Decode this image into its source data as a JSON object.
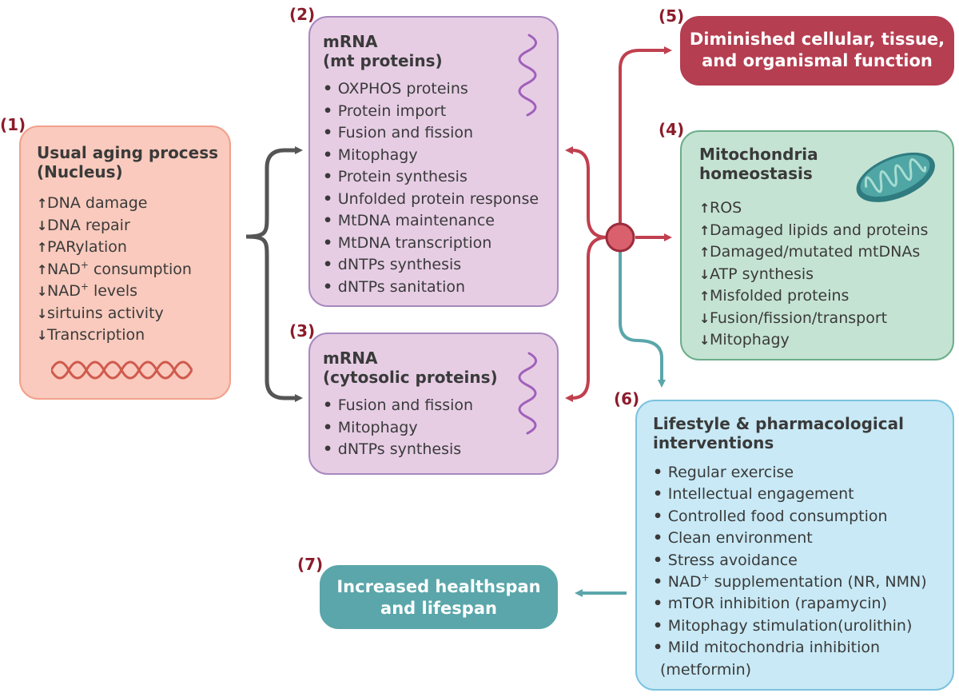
{
  "labels": {
    "n1": "(1)",
    "n2": "(2)",
    "n3": "(3)",
    "n4": "(4)",
    "n5": "(5)",
    "n6": "(6)",
    "n7": "(7)"
  },
  "box1": {
    "title_line1": "Usual aging process",
    "title_line2": "(Nucleus)",
    "items": [
      {
        "dir": "up",
        "text": "DNA damage"
      },
      {
        "dir": "down",
        "text": "DNA repair"
      },
      {
        "dir": "up",
        "text": "PARylation"
      },
      {
        "dir": "up",
        "pre": "NAD",
        "sup": "+",
        "post": " consumption"
      },
      {
        "dir": "down",
        "pre": "NAD",
        "sup": "+",
        "post": " levels"
      },
      {
        "dir": "down",
        "text": "sirtuins activity"
      },
      {
        "dir": "down",
        "text": "Transcription"
      }
    ]
  },
  "box2": {
    "title_line1": "mRNA",
    "title_line2": "(mt proteins)",
    "items": [
      "OXPHOS proteins",
      "Protein import",
      "Fusion and fission",
      "Mitophagy",
      "Protein synthesis",
      "Unfolded protein response",
      "MtDNA maintenance",
      "MtDNA transcription",
      "dNTPs synthesis",
      "dNTPs sanitation"
    ]
  },
  "box3": {
    "title_line1": "mRNA",
    "title_line2": "(cytosolic proteins)",
    "items": [
      "Fusion and fission",
      "Mitophagy",
      "dNTPs synthesis"
    ]
  },
  "box4": {
    "title_line1": "Mitochondria",
    "title_line2": "homeostasis",
    "items": [
      {
        "dir": "up",
        "text": "ROS"
      },
      {
        "dir": "up",
        "text": "Damaged lipids and proteins"
      },
      {
        "dir": "up",
        "text": "Damaged/mutated mtDNAs"
      },
      {
        "dir": "down",
        "text": "ATP synthesis"
      },
      {
        "dir": "up",
        "text": "Misfolded proteins"
      },
      {
        "dir": "down",
        "text": "Fusion/fission/transport"
      },
      {
        "dir": "down",
        "text": "Mitophagy"
      }
    ]
  },
  "box5": {
    "line1": "Diminished cellular, tissue,",
    "line2": "and organismal function"
  },
  "box6": {
    "title_line1": "Lifestyle & pharmacological",
    "title_line2": "interventions",
    "items": [
      {
        "text": "Regular exercise"
      },
      {
        "text": "Intellectual engagement"
      },
      {
        "text": "Controlled food consumption"
      },
      {
        "text": "Clean environment"
      },
      {
        "text": "Stress avoidance"
      },
      {
        "pre": "NAD",
        "sup": "+",
        "post": " supplementation (NR, NMN)"
      },
      {
        "text": "mTOR inhibition (rapamycin)"
      },
      {
        "text": "Mitophagy stimulation(urolithin)"
      },
      {
        "text": "Mild mitochondria inhibition"
      }
    ],
    "continuation": "(metformin)"
  },
  "box7": {
    "line1": "Increased healthspan",
    "line2": "and lifespan"
  },
  "glyphs": {
    "up": "↑",
    "down": "↓",
    "bullet": "•"
  },
  "colors": {
    "nuclear_box": "#f9cabd",
    "mrna_box": "#e6cde4",
    "mito_box": "#c5e3d3",
    "outcome_box": "#b53e51",
    "intervention_box": "#c8e9f5",
    "healthspan_box": "#5aa6aa",
    "label": "#8c1c2b",
    "red_arrow": "#c0404f",
    "teal_arrow": "#5aa6aa",
    "gray_arrow": "#555555"
  },
  "icons": [
    "dna-helix-icon",
    "mrna-strand-icon",
    "mitochondrion-icon"
  ]
}
